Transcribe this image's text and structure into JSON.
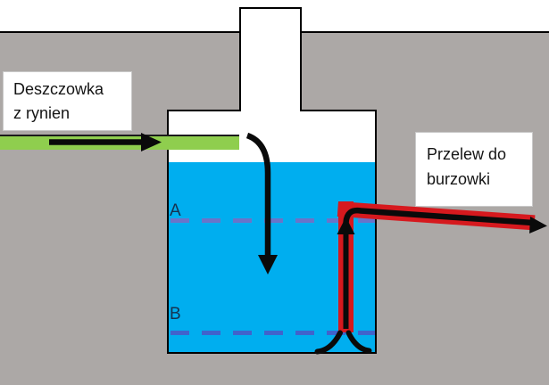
{
  "scene": {
    "type": "diagram",
    "inflow_label": {
      "lines": [
        "Deszczowka",
        "z rynien"
      ]
    },
    "overflow_label": {
      "lines": [
        "Przelew do",
        "burzowki"
      ]
    },
    "level_markers": {
      "a": "A",
      "b": "B"
    },
    "colors": {
      "ground": "#ACA8A6",
      "water": "#00AEEF",
      "inflow_pipe": "#8FCE4E",
      "overflow_pipe": "#D6191E",
      "level_a_line": "#6A74C9",
      "level_b_line": "#4063CC",
      "level_label": "#16324F",
      "flow_arrow": "#0A0A0A",
      "tank_fill": "#FFFFFF",
      "outline": "#000000",
      "label_text": "#151515",
      "label_box_bg": "#FFFFFF"
    },
    "icons": {
      "inflow_arrow": "right-arrow-icon",
      "drop_arrow": "curved-down-arrow-icon",
      "riser_arrow": "up-arrow-icon",
      "overflow_arrow": "bent-right-arrow-icon",
      "intake": "suction-intake-icon"
    }
  }
}
